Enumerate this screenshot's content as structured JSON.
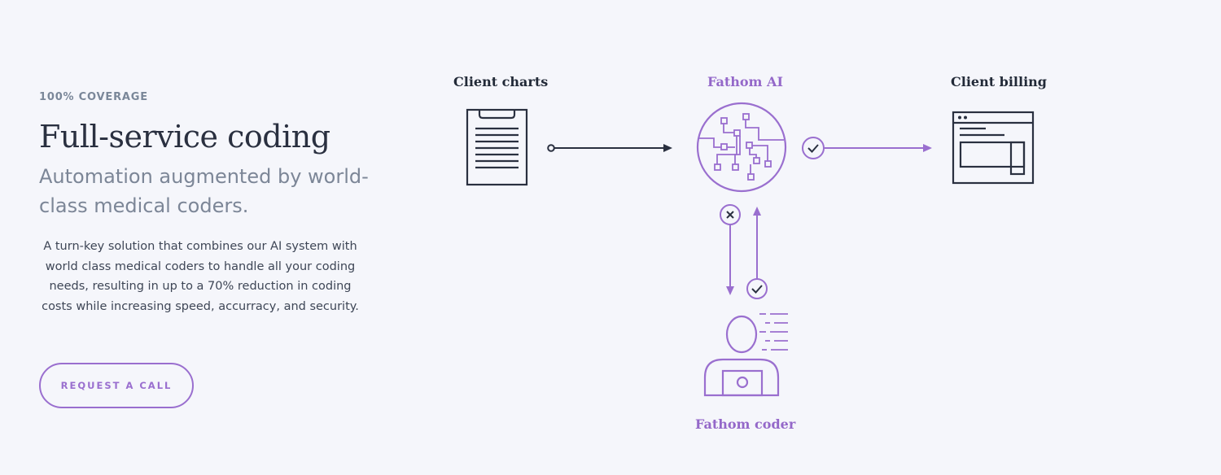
{
  "section": {
    "eyebrow": "100% COVERAGE",
    "headline": "Full-service coding",
    "subhead": "Automation augmented by world-class medical coders.",
    "body": "A turn-key solution that combines our AI system with world class medical coders to handle all your coding needs, resulting in up to a 70% reduction in coding costs while increasing speed, accurracy, and security.",
    "cta_label": "REQUEST A CALL"
  },
  "diagram": {
    "client_charts_label": "Client charts",
    "fathom_ai_label": "Fathom AI",
    "client_billing_label": "Client billing",
    "fathom_coder_label": "Fathom coder",
    "icons": [
      "clipboard-icon",
      "ai-circuit-icon",
      "browser-window-icon",
      "coder-person-icon",
      "check-icon",
      "reject-icon"
    ],
    "colors": {
      "accent": "#9a6fcf",
      "dark": "#2a3040",
      "background": "#f5f6fb"
    }
  }
}
